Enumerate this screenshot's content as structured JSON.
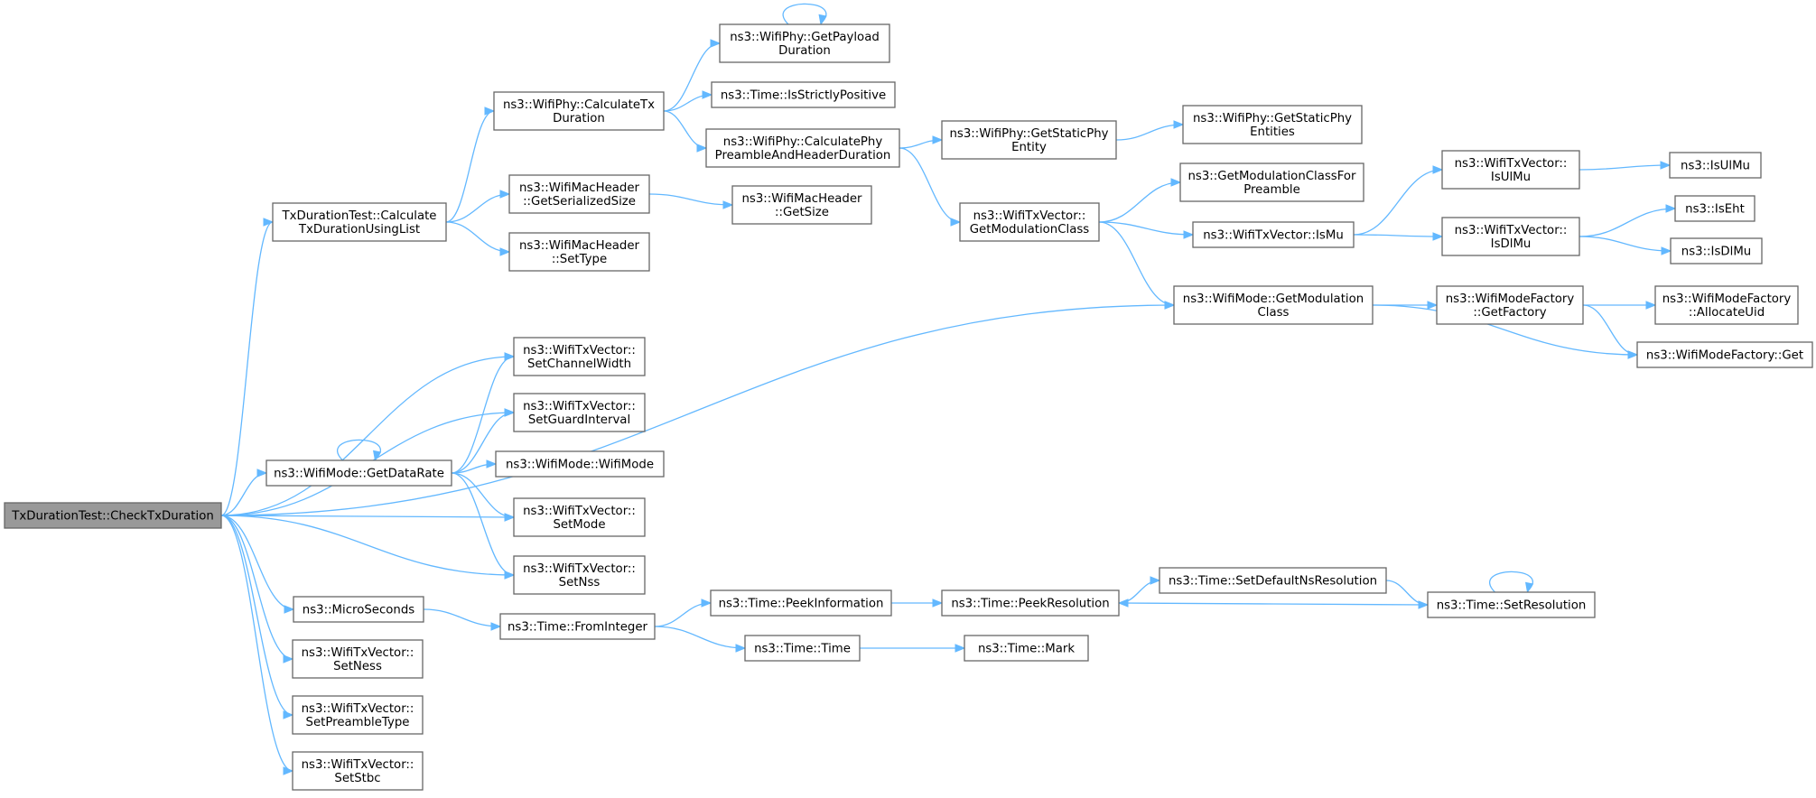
{
  "diagram": {
    "type": "call-graph",
    "colors": {
      "edge": "#63b8ff",
      "node_border": "#666666",
      "root_fill": "#999999",
      "node_fill": "#ffffff"
    },
    "nodes": [
      {
        "id": "root",
        "lines": [
          "TxDurationTest::CheckTxDuration"
        ],
        "root": true
      },
      {
        "id": "calcList",
        "lines": [
          "TxDurationTest::Calculate",
          "TxDurationUsingList"
        ]
      },
      {
        "id": "calcTx",
        "lines": [
          "ns3::WifiPhy::CalculateTx",
          "Duration"
        ]
      },
      {
        "id": "payload",
        "lines": [
          "ns3::WifiPhy::GetPayload",
          "Duration"
        ]
      },
      {
        "id": "strictPos",
        "lines": [
          "ns3::Time::IsStrictlyPositive"
        ]
      },
      {
        "id": "preamble",
        "lines": [
          "ns3::WifiPhy::CalculatePhy",
          "PreambleAndHeaderDuration"
        ]
      },
      {
        "id": "staticPhy",
        "lines": [
          "ns3::WifiPhy::GetStaticPhy",
          "Entity"
        ]
      },
      {
        "id": "staticPhys",
        "lines": [
          "ns3::WifiPhy::GetStaticPhy",
          "Entities"
        ]
      },
      {
        "id": "serSize",
        "lines": [
          "ns3::WifiMacHeader",
          "::GetSerializedSize"
        ]
      },
      {
        "id": "getSize",
        "lines": [
          "ns3::WifiMacHeader",
          "::GetSize"
        ]
      },
      {
        "id": "setType",
        "lines": [
          "ns3::WifiMacHeader",
          "::SetType"
        ]
      },
      {
        "id": "txModClass",
        "lines": [
          "ns3::WifiTxVector::",
          "GetModulationClass"
        ]
      },
      {
        "id": "modClassPre",
        "lines": [
          "ns3::GetModulationClassFor",
          "Preamble"
        ]
      },
      {
        "id": "txIsMu",
        "lines": [
          "ns3::WifiTxVector::IsMu"
        ]
      },
      {
        "id": "txIsUlMu",
        "lines": [
          "ns3::WifiTxVector::",
          "IsUlMu"
        ]
      },
      {
        "id": "txIsDlMu",
        "lines": [
          "ns3::WifiTxVector::",
          "IsDlMu"
        ]
      },
      {
        "id": "isUlMu",
        "lines": [
          "ns3::IsUlMu"
        ]
      },
      {
        "id": "isEht",
        "lines": [
          "ns3::IsEht"
        ]
      },
      {
        "id": "isDlMu",
        "lines": [
          "ns3::IsDlMu"
        ]
      },
      {
        "id": "modeModClass",
        "lines": [
          "ns3::WifiMode::GetModulation",
          "Class"
        ]
      },
      {
        "id": "getFactory",
        "lines": [
          "ns3::WifiModeFactory",
          "::GetFactory"
        ]
      },
      {
        "id": "allocUid",
        "lines": [
          "ns3::WifiModeFactory",
          "::AllocateUid"
        ]
      },
      {
        "id": "factGet",
        "lines": [
          "ns3::WifiModeFactory::Get"
        ]
      },
      {
        "id": "setChWidth",
        "lines": [
          "ns3::WifiTxVector::",
          "SetChannelWidth"
        ]
      },
      {
        "id": "setGuard",
        "lines": [
          "ns3::WifiTxVector::",
          "SetGuardInterval"
        ]
      },
      {
        "id": "dataRate",
        "lines": [
          "ns3::WifiMode::GetDataRate"
        ]
      },
      {
        "id": "wifiMode",
        "lines": [
          "ns3::WifiMode::WifiMode"
        ]
      },
      {
        "id": "setMode",
        "lines": [
          "ns3::WifiTxVector::",
          "SetMode"
        ]
      },
      {
        "id": "setNss",
        "lines": [
          "ns3::WifiTxVector::",
          "SetNss"
        ]
      },
      {
        "id": "micro",
        "lines": [
          "ns3::MicroSeconds"
        ]
      },
      {
        "id": "fromInt",
        "lines": [
          "ns3::Time::FromInteger"
        ]
      },
      {
        "id": "peekInfo",
        "lines": [
          "ns3::Time::PeekInformation"
        ]
      },
      {
        "id": "peekRes",
        "lines": [
          "ns3::Time::PeekResolution"
        ]
      },
      {
        "id": "setDefNs",
        "lines": [
          "ns3::Time::SetDefaultNsResolution"
        ]
      },
      {
        "id": "setRes",
        "lines": [
          "ns3::Time::SetResolution"
        ]
      },
      {
        "id": "timeTime",
        "lines": [
          "ns3::Time::Time"
        ]
      },
      {
        "id": "timeMark",
        "lines": [
          "ns3::Time::Mark"
        ]
      },
      {
        "id": "setNess",
        "lines": [
          "ns3::WifiTxVector::",
          "SetNess"
        ]
      },
      {
        "id": "setPreType",
        "lines": [
          "ns3::WifiTxVector::",
          "SetPreambleType"
        ]
      },
      {
        "id": "setStbc",
        "lines": [
          "ns3::WifiTxVector::",
          "SetStbc"
        ]
      }
    ],
    "edges": [
      [
        "root",
        "calcList"
      ],
      [
        "root",
        "modeModClass"
      ],
      [
        "root",
        "setChWidth"
      ],
      [
        "root",
        "setGuard"
      ],
      [
        "root",
        "dataRate"
      ],
      [
        "root",
        "setMode"
      ],
      [
        "root",
        "setNss"
      ],
      [
        "root",
        "micro"
      ],
      [
        "root",
        "setNess"
      ],
      [
        "root",
        "setPreType"
      ],
      [
        "root",
        "setStbc"
      ],
      [
        "calcList",
        "calcTx"
      ],
      [
        "calcList",
        "serSize"
      ],
      [
        "calcList",
        "setType"
      ],
      [
        "calcTx",
        "payload"
      ],
      [
        "calcTx",
        "strictPos"
      ],
      [
        "calcTx",
        "preamble"
      ],
      [
        "payload",
        "payload"
      ],
      [
        "preamble",
        "staticPhy"
      ],
      [
        "preamble",
        "txModClass"
      ],
      [
        "staticPhy",
        "staticPhys"
      ],
      [
        "serSize",
        "getSize"
      ],
      [
        "txModClass",
        "modClassPre"
      ],
      [
        "txModClass",
        "txIsMu"
      ],
      [
        "txModClass",
        "modeModClass"
      ],
      [
        "txIsMu",
        "txIsUlMu"
      ],
      [
        "txIsMu",
        "txIsDlMu"
      ],
      [
        "txIsUlMu",
        "isUlMu"
      ],
      [
        "txIsDlMu",
        "isEht"
      ],
      [
        "txIsDlMu",
        "isDlMu"
      ],
      [
        "modeModClass",
        "getFactory"
      ],
      [
        "modeModClass",
        "factGet"
      ],
      [
        "getFactory",
        "allocUid"
      ],
      [
        "getFactory",
        "factGet"
      ],
      [
        "dataRate",
        "dataRate"
      ],
      [
        "dataRate",
        "setChWidth"
      ],
      [
        "dataRate",
        "setGuard"
      ],
      [
        "dataRate",
        "wifiMode"
      ],
      [
        "dataRate",
        "setMode"
      ],
      [
        "dataRate",
        "setNss"
      ],
      [
        "micro",
        "fromInt"
      ],
      [
        "fromInt",
        "peekInfo"
      ],
      [
        "fromInt",
        "timeTime"
      ],
      [
        "peekInfo",
        "peekRes"
      ],
      [
        "peekRes",
        "setDefNs"
      ],
      [
        "setDefNs",
        "setRes"
      ],
      [
        "setRes",
        "peekRes"
      ],
      [
        "setRes",
        "setRes"
      ],
      [
        "timeTime",
        "timeMark"
      ]
    ]
  }
}
